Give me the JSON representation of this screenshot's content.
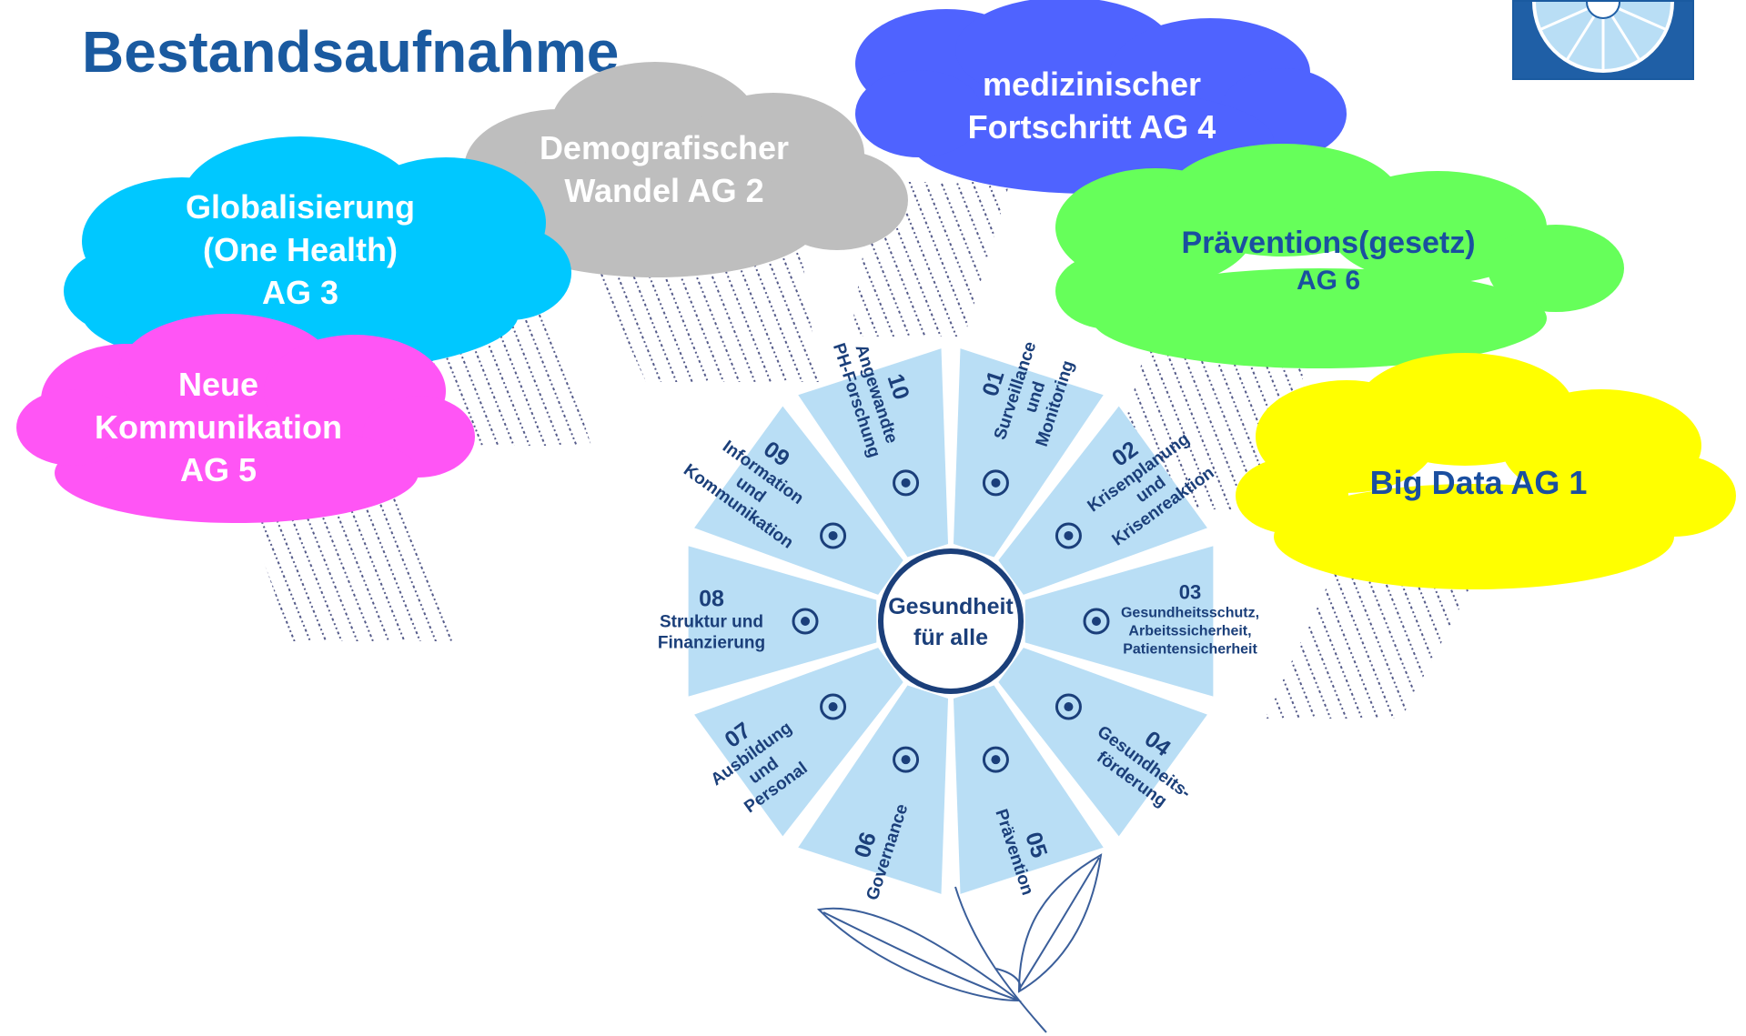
{
  "title": "Bestandsaufnahme",
  "clouds": {
    "ag2": {
      "line1": "Demografischer",
      "line2": "Wandel AG 2",
      "color": "#bebebe",
      "text_color": "#ffffff"
    },
    "ag4": {
      "line1": "medizinischer",
      "line2": "Fortschritt AG 4",
      "color": "#4f63ff",
      "text_color": "#ffffff"
    },
    "ag3": {
      "line1": "Globalisierung",
      "line2": "(One Health)",
      "line3": "AG 3",
      "color": "#00c8ff",
      "text_color": "#ffffff"
    },
    "ag5": {
      "line1": "Neue",
      "line2": "Kommunikation",
      "line3": "AG 5",
      "color": "#ff55f5",
      "text_color": "#ffffff"
    },
    "ag6": {
      "line1": "Präventions(gesetz)",
      "line2": "AG 6",
      "color": "#66ff5a",
      "text_color": "#1a4fa0"
    },
    "ag1": {
      "line1": "Big Data AG 1",
      "color": "#ffff00",
      "text_color": "#1a4fa0"
    }
  },
  "wheel": {
    "center_line1": "Gesundheit",
    "center_line2": "für alle",
    "segment_color": "#b9def5",
    "text_color": "#1b3f7a",
    "segments": [
      {
        "num": "01",
        "lines": [
          "Surveillance",
          "und",
          "Monitoring"
        ],
        "icon": "binoculars-icon"
      },
      {
        "num": "02",
        "lines": [
          "Krisenplanung",
          "und",
          "Krisenreaktion"
        ],
        "icon": "monitor-chart-icon"
      },
      {
        "num": "03",
        "lines": [
          "Gesundheitsschutz,",
          "Arbeitssicherheit,",
          "Patientensicherheit"
        ],
        "icon": "hands-people-icon"
      },
      {
        "num": "04",
        "lines": [
          "Gesundheits-",
          "förderung"
        ],
        "icon": "apple-icon"
      },
      {
        "num": "05",
        "lines": [
          "Prävention"
        ],
        "icon": "syringe-icon"
      },
      {
        "num": "06",
        "lines": [
          "Governance"
        ],
        "icon": "building-people-icon"
      },
      {
        "num": "07",
        "lines": [
          "Ausbildung",
          "und",
          "Personal"
        ],
        "icon": "network-people-icon"
      },
      {
        "num": "08",
        "lines": [
          "Struktur und",
          "Finanzierung"
        ],
        "icon": "scales-icon"
      },
      {
        "num": "09",
        "lines": [
          "Information",
          "und",
          "Kommunikation"
        ],
        "icon": "speech-bubbles-icon"
      },
      {
        "num": "10",
        "lines": [
          "Angewandte",
          "PH-Forschung"
        ],
        "icon": "books-icon"
      }
    ]
  },
  "logo": {
    "icon": "logo-wheel-icon"
  }
}
